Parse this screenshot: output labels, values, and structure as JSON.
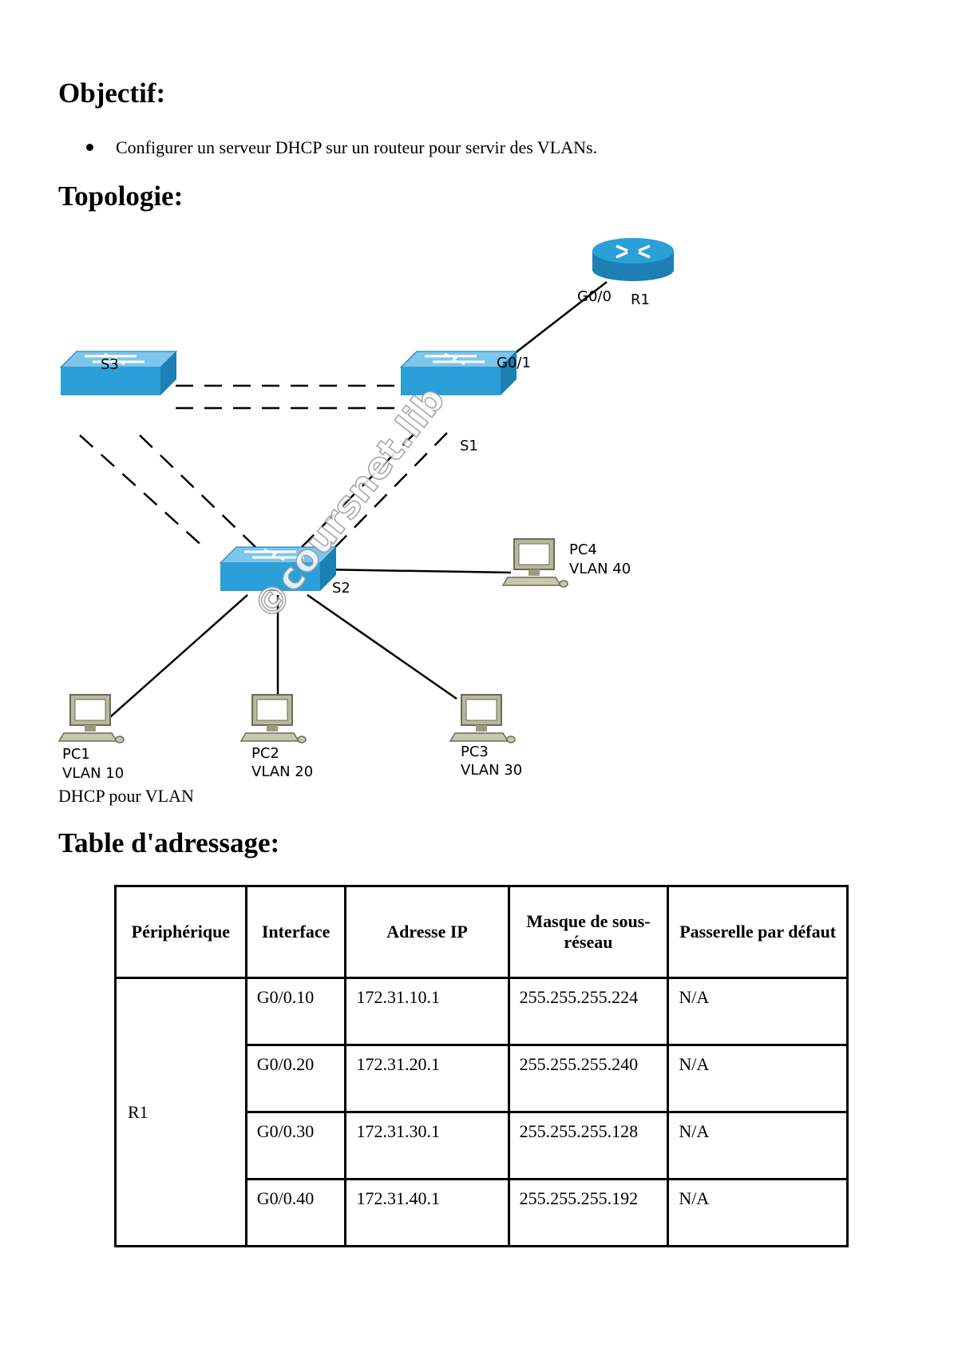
{
  "sections": {
    "objective": {
      "heading": "Objectif:",
      "bullets": [
        "Configurer un serveur DHCP sur un routeur pour servir des VLANs."
      ]
    },
    "topology": {
      "heading": "Topologie:",
      "caption": "DHCP pour VLAN",
      "watermark": "©coursnet.lib",
      "nodes": {
        "r1": "R1",
        "s1": "S1",
        "s2": "S2",
        "s3": "S3",
        "pc1": {
          "name": "PC1",
          "vlan": "VLAN 10"
        },
        "pc2": {
          "name": "PC2",
          "vlan": "VLAN 20"
        },
        "pc3": {
          "name": "PC3",
          "vlan": "VLAN 30"
        },
        "pc4": {
          "name": "PC4",
          "vlan": "VLAN 40"
        }
      },
      "ports": {
        "r1_port": "G0/0",
        "s1_port": "G0/1"
      },
      "colors": {
        "switch": "#2a9fd8",
        "router": "#2a9fd8",
        "pc": "#c8c8b0"
      }
    },
    "address_table": {
      "heading": "Table d'adressage:",
      "headers": [
        "Périphérique",
        "Interface",
        "Adresse IP",
        "Masque de sous-réseau",
        "Passerelle par défaut"
      ],
      "device": "R1",
      "rows": [
        {
          "interface": "G0/0.10",
          "ip": "172.31.10.1",
          "mask": "255.255.255.224",
          "gateway": "N/A"
        },
        {
          "interface": "G0/0.20",
          "ip": "172.31.20.1",
          "mask": "255.255.255.240",
          "gateway": "N/A"
        },
        {
          "interface": "G0/0.30",
          "ip": "172.31.30.1",
          "mask": "255.255.255.128",
          "gateway": "N/A"
        },
        {
          "interface": "G0/0.40",
          "ip": "172.31.40.1",
          "mask": "255.255.255.192",
          "gateway": "N/A"
        }
      ]
    }
  }
}
